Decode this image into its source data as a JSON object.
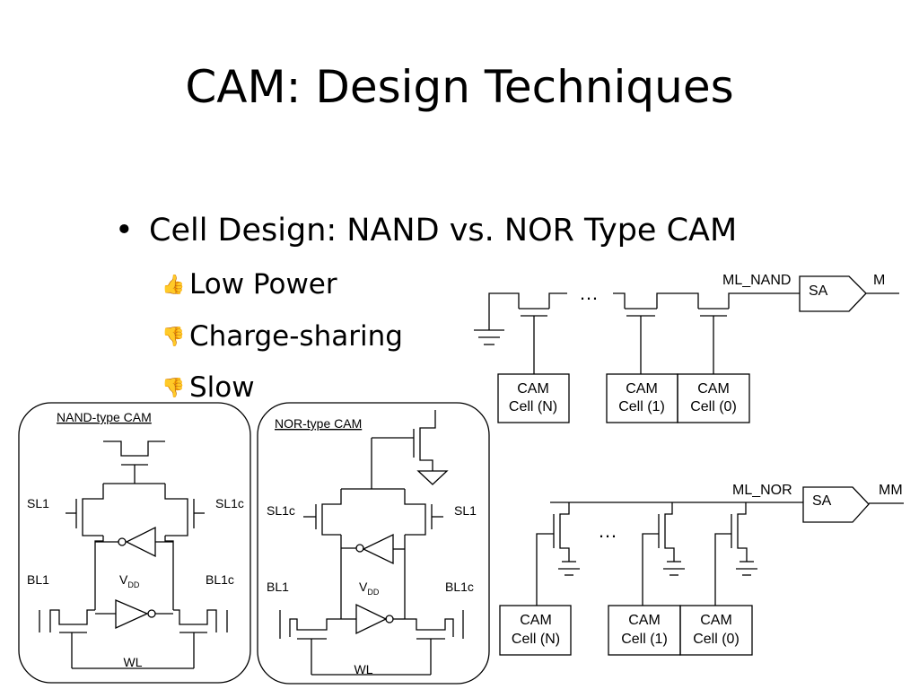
{
  "slide": {
    "title": "CAM: Design Techniques",
    "bullet": "Cell Design: NAND vs. NOR Type CAM",
    "bullet_marker": "•",
    "subpoints": [
      {
        "icon": "thumbs-up-icon",
        "glyph": "👍",
        "label": "Low Power"
      },
      {
        "icon": "thumbs-down-icon",
        "glyph": "👎",
        "label": "Charge-sharing"
      },
      {
        "icon": "thumbs-down-icon",
        "glyph": "👎",
        "label": "Slow"
      }
    ]
  },
  "nand_chain": {
    "match_line": "ML_NAND",
    "sense_amp": "SA",
    "output": "M",
    "ellipsis": "…",
    "cells": [
      {
        "line1": "CAM",
        "line2": "Cell (N)"
      },
      {
        "line1": "CAM",
        "line2": "Cell (1)"
      },
      {
        "line1": "CAM",
        "line2": "Cell (0)"
      }
    ]
  },
  "nor_chain": {
    "match_line": "ML_NOR",
    "sense_amp": "SA",
    "output": "MM",
    "ellipsis": "…",
    "cells": [
      {
        "line1": "CAM",
        "line2": "Cell (N)"
      },
      {
        "line1": "CAM",
        "line2": "Cell (1)"
      },
      {
        "line1": "CAM",
        "line2": "Cell (0)"
      }
    ]
  },
  "nand_cell": {
    "title": "NAND-type CAM",
    "sl_left": "SL1",
    "sl_right": "SL1c",
    "bl_left": "BL1",
    "bl_right": "BL1c",
    "vdd_main": "V",
    "vdd_sub": "DD",
    "wl": "WL"
  },
  "nor_cell": {
    "title": "NOR-type CAM",
    "sl_left": "SL1c",
    "sl_right": "SL1",
    "bl_left": "BL1",
    "bl_right": "BL1c",
    "vdd_main": "V",
    "vdd_sub": "DD",
    "wl": "WL"
  }
}
